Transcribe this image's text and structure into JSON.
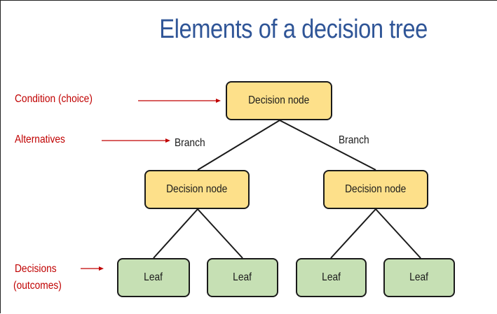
{
  "title": "Elements of a decision tree",
  "labels": {
    "condition": "Condition (choice)",
    "alternatives": "Alternatives",
    "decisions_line1": "Decisions",
    "decisions_line2": "(outcomes)"
  },
  "tree": {
    "root": "Decision node",
    "branch_left": "Branch",
    "branch_right": "Branch",
    "left_node": "Decision node",
    "right_node": "Decision node",
    "leaves": [
      "Leaf",
      "Leaf",
      "Leaf",
      "Leaf"
    ]
  },
  "colors": {
    "title": "#2f5597",
    "annotation": "#c00000",
    "decision_fill": "#fde08a",
    "leaf_fill": "#c6e0b4"
  }
}
